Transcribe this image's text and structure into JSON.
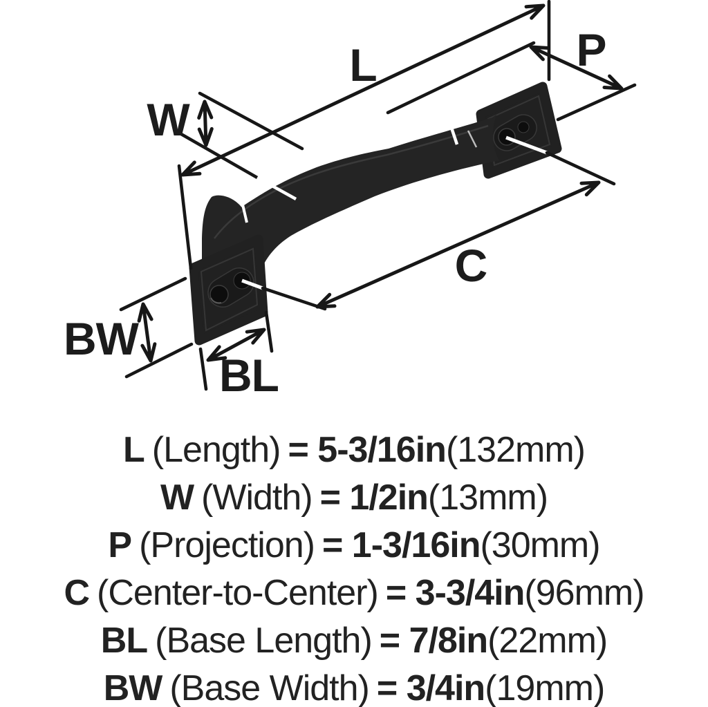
{
  "title": "Cabinet pull hardware dimension diagram",
  "diagram": {
    "labels": {
      "length": "L",
      "width": "W",
      "projection": "P",
      "center_to_center": "C",
      "base_length": "BL",
      "base_width": "BW"
    },
    "colors": {
      "handle": "#242424",
      "dimension_line": "#171717",
      "background": "#ffffff"
    }
  },
  "specs": {
    "rows": [
      {
        "abbr": "L",
        "name": "(Length)",
        "value": "= 5-3/16in",
        "metric": "(132mm)"
      },
      {
        "abbr": "W",
        "name": "(Width)",
        "value": "= 1/2in",
        "metric": "(13mm)"
      },
      {
        "abbr": "P",
        "name": "(Projection)",
        "value": "= 1-3/16in",
        "metric": "(30mm)"
      },
      {
        "abbr": "C",
        "name": "(Center-to-Center)",
        "value": "= 3-3/4in",
        "metric": "(96mm)"
      },
      {
        "abbr": "BL",
        "name": "(Base Length)",
        "value": "= 7/8in",
        "metric": "(22mm)"
      },
      {
        "abbr": "BW",
        "name": "(Base Width)",
        "value": "= 3/4in",
        "metric": "(19mm)"
      }
    ]
  }
}
